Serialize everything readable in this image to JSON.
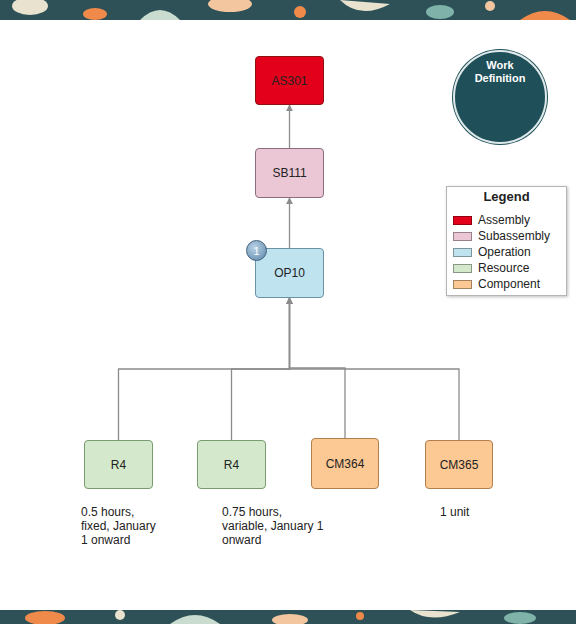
{
  "diagram": {
    "nodes": [
      {
        "text": [
          "AS301"
        ]
      },
      {
        "text": [
          "Work Definition"
        ]
      },
      {
        "text": [
          "SB111"
        ]
      },
      {
        "text": [
          "OP10"
        ]
      },
      {
        "text": [
          "R4"
        ]
      },
      {
        "text": [
          "R4"
        ]
      },
      {
        "text": [
          "CM364"
        ]
      },
      {
        "text": [
          "CM365"
        ]
      }
    ],
    "edges": [
      {
        "from": 2,
        "to": 0,
        "arrow": "to"
      },
      {
        "from": 3,
        "to": 2,
        "arrow": "to"
      },
      {
        "from": 4,
        "to": 3,
        "arrow": "to"
      },
      {
        "from": 5,
        "to": 3,
        "arrow": "to"
      },
      {
        "from": 6,
        "to": 3,
        "arrow": "to"
      },
      {
        "from": 7,
        "to": 3,
        "arrow": "to"
      }
    ],
    "labels": [
      "Legend",
      "1",
      "0.5 hours, fixed, January 1 onward",
      "0.75 hours, variable, January 1 onward",
      "1 unit"
    ],
    "legend": [
      {
        "text": "Assembly",
        "color": "#e3001b"
      },
      {
        "text": "Subassembly",
        "color": "#ebc7d5"
      },
      {
        "text": "Operation",
        "color": "#bfe3ef"
      },
      {
        "text": "Resource",
        "color": "#d4e9cc"
      },
      {
        "text": "Component",
        "color": "#fcc894"
      }
    ]
  }
}
